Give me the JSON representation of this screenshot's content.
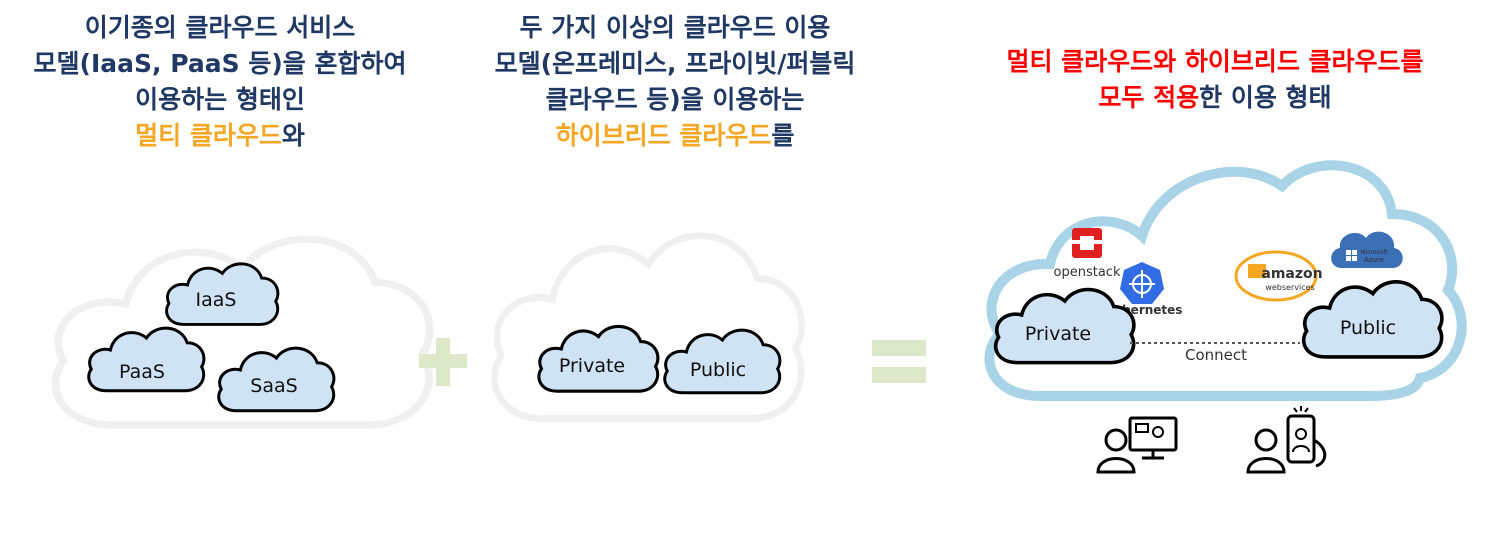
{
  "captions": {
    "multi": {
      "line1": "이기종의 클라우드 서비스",
      "line2": "모델(IaaS, PaaS 등)을 혼합하여",
      "line3": "이용하는 형태인",
      "highlight": "멀티 클라우드",
      "suffix": "와"
    },
    "hybrid": {
      "line1": "두 가지 이상의 클라우드 이용",
      "line2": "모델(온프레미스, 프라이빗/퍼블릭",
      "line3": "클라우드 등)을 이용하는",
      "highlight": "하이브리드 클라우드",
      "suffix": "를"
    },
    "both": {
      "line1": "멀티 클라우드와 하이브리드 클라우드를",
      "red2": "모두 적용",
      "rest2": "한 이용 형태"
    }
  },
  "multi_cloud": {
    "items": [
      "IaaS",
      "PaaS",
      "SaaS"
    ]
  },
  "hybrid_cloud": {
    "items": [
      "Private",
      "Public"
    ]
  },
  "combined": {
    "private": "Private",
    "public": "Public",
    "connect": "Connect",
    "logos": {
      "openstack": "openstack",
      "kubernetes": "kubernetes",
      "amazon": "amazon",
      "amazon_sub": "webservices",
      "azure_top": "Microsoft",
      "azure": "Azure"
    }
  },
  "operators": {
    "plus": "+",
    "equals": "="
  },
  "colors": {
    "title": "#1f3864",
    "accent": "#f5a623",
    "red": "#ff0000",
    "small_cloud_fill": "#cfe3f5",
    "big_cloud_stroke": "#a9d3e6",
    "operator": "#dde8c8"
  }
}
